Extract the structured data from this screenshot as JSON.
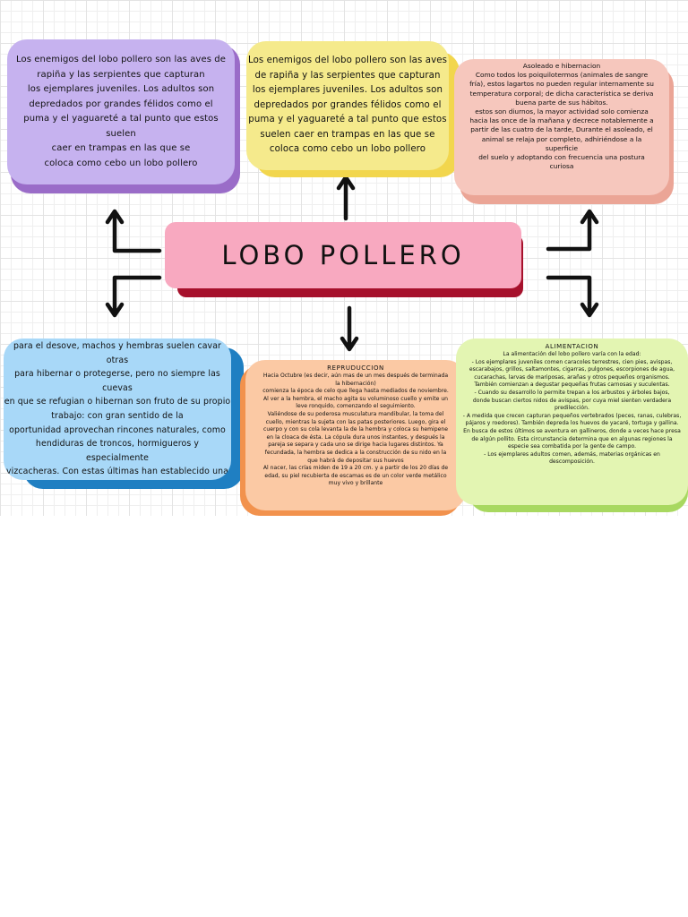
{
  "colors": {
    "purple": "#c6b2ef",
    "purple_shadow": "#9a6cc8",
    "yellow": "#f5ea8c",
    "yellow_shadow": "#f2d64d",
    "salmon": "#f6c7bd",
    "salmon_shadow": "#eba596",
    "pink": "#f8a9c0",
    "pink_shadow": "#a6112c",
    "blue": "#a8d8f8",
    "blue_shadow": "#1f7fc2",
    "orange": "#fbc9a4",
    "orange_shadow": "#f2924d",
    "green": "#e3f5b2",
    "green_shadow": "#a8d860",
    "arrow": "#111111"
  },
  "center": {
    "title": "LOBO POLLERO"
  },
  "cards": {
    "enemies_left": {
      "text": "Los enemigos del lobo pollero son las aves de\nrapiña y las serpientes que capturan\nlos ejemplares juveniles. Los adultos son\ndepredados por grandes félidos como el\npuma y el yaguareté a tal punto que estos suelen\ncaer en trampas en las que se\ncoloca como cebo un lobo pollero"
    },
    "enemies_center": {
      "text": "Los enemigos del lobo pollero son las aves\nde rapiña y las serpientes que capturan\nlos ejemplares juveniles. Los adultos son\ndepredados por grandes félidos como el\npuma y el yaguareté a tal punto que estos\nsuelen caer en trampas en las que se\ncoloca como cebo un lobo pollero"
    },
    "hibernation": {
      "heading": "Asoleado e hibernacion",
      "text": "Como todos los poiquilotermos (animales de sangre\nfría), estos lagartos no pueden regular internamente su\ntemperatura corporal; de dicha característica se deriva\nbuena parte de sus hábitos.\nestos son diurnos, la mayor actividad solo comienza\nhacia las once de la mañana y decrece notablemente a\npartir de las cuatro de la tarde, Durante el asoleado, el\nanimal se relaja por completo, adhiriéndose a la\nsuperficie\ndel suelo y adoptando con frecuencia una postura\ncuriosa"
    },
    "shelter": {
      "text": "si bien las hembras construyen sus propias cuevas\npara el desove, machos y hembras suelen cavar otras\npara hibernar o protegerse, pero no siempre las\ncuevas\nen que se refugian o hibernan son fruto de su propio\ntrabajo: con gran sentido de la\noportunidad aprovechan rincones naturales, como\nhendiduras de troncos, hormigueros y especialmente\nvizcacheras. Con estas últimas han establecido una\nrelación de asociación."
    },
    "reproduction": {
      "heading": "REPRUDUCCION",
      "text": "Hacia Octubre (es decir, aún mas de un mes después de terminada\nla hibernación)\ncomienza la época de celo que llega hasta mediados de noviembre.\nAl ver a la hembra, el macho agita su voluminoso cuello y emite un\nleve ronquido, comenzando el seguimiento.\nValiéndose de su poderosa musculatura mandibular, la toma del\ncuello, mientras la sujeta con las patas posteriores. Luego, gira el\ncuerpo y con su cola levanta la de la hembra y coloca su hemipene\nen la cloaca de ésta. La cópula dura unos instantes, y después la\npareja se separa y cada uno se dirige hacia lugares distintos. Ya\nfecundada, la hembra se dedica a la construcción de su nido en la\nque habrá de depositar sus huevos\nAl nacer, las crías miden de 19 a 20 cm. y a partir de los 20 días de\nedad, su piel recubierta de escamas es de un color verde metálico\nmuy vivo y brillante"
    },
    "feeding": {
      "heading": "ALIMENTACION",
      "text": "La alimentación del lobo pollero varía con la edad:\n- Los ejemplares juveniles comen caracoles terrestres, cien pies, avispas,\nescarabajos, grillos, saltamontes, cigarras, pulgones, escorpiones de agua,\ncucarachas, larvas de mariposas, arañas y otros pequeños organismos.\nTambién comienzan a degustar pequeñas frutas carnosas y suculentas.\n- Cuando su desarrollo lo permite trepan a los arbustos y árboles bajos,\ndonde buscan ciertos nidos de avispas, por cuya miel sienten verdadera\npredilección.\n- A medida que crecen capturan pequeños vertebrados (peces, ranas, culebras,\npájaros y roedores). También depreda los huevos de yacaré, tortuga y gallina.\nEn busca de estos últimos se aventura en gallineros, donde a veces hace presa\nde algún pollito. Esta circunstancia determina que en algunas regiones la\nespecie sea combatida por la gente de campo.\n- Los ejemplares adultos comen, además, materias orgánicas en\ndescomposición."
    }
  }
}
